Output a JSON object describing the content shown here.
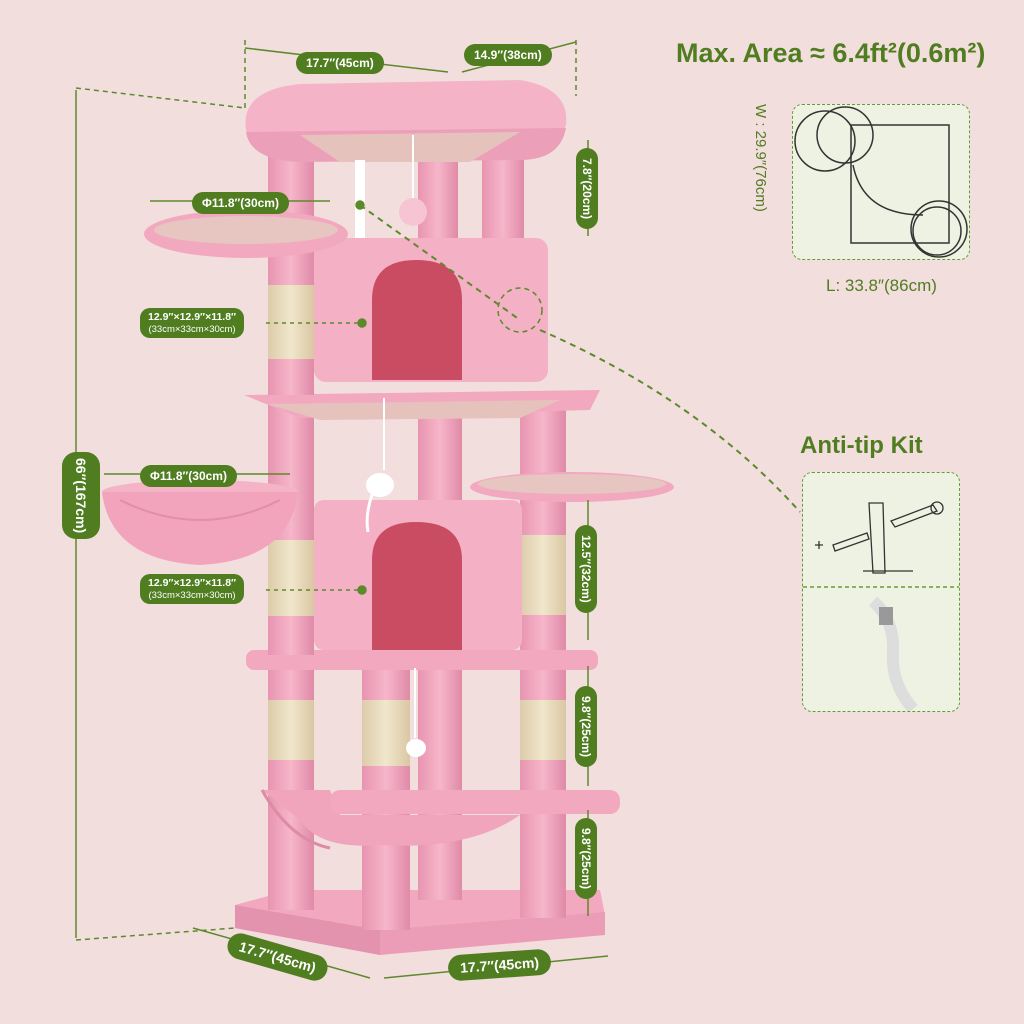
{
  "colors": {
    "background": "#f3dede",
    "accent_green": "#4f7d1f",
    "plush_pink": "#f2a9c0",
    "plush_pink_dark": "#e08aa8",
    "sisal": "#e8dcc0",
    "inner_cave": "#c94c62",
    "panel_bg": "#eef2e2"
  },
  "area": {
    "title": "Max. Area ≈ 6.4ft²(0.6m²)",
    "width_label": "W : 29.9″(76cm)",
    "length_label": "L: 33.8″(86cm)"
  },
  "anti_tip": {
    "title": "Anti-tip Kit"
  },
  "dimensions": {
    "top_width": "17.7″(45cm)",
    "top_depth": "14.9″(38cm)",
    "height": "66″(167cm)",
    "perch_diameter": "Φ11.8″(30cm)",
    "basket_diameter": "Φ11.8″(30cm)",
    "top_gap": "7.8″(20cm)",
    "condo_upper": "12.9″×12.9″×11.8″",
    "condo_upper_metric": "(33cm×33cm×30cm)",
    "condo_lower": "12.9″×12.9″×11.8″",
    "condo_lower_metric": "(33cm×33cm×30cm)",
    "mid_gap": "12.5″(32cm)",
    "lower_gap1": "9.8″(25cm)",
    "lower_gap2": "9.8″(25cm)",
    "base_depth": "17.7″(45cm)",
    "base_width": "17.7″(45cm)"
  }
}
